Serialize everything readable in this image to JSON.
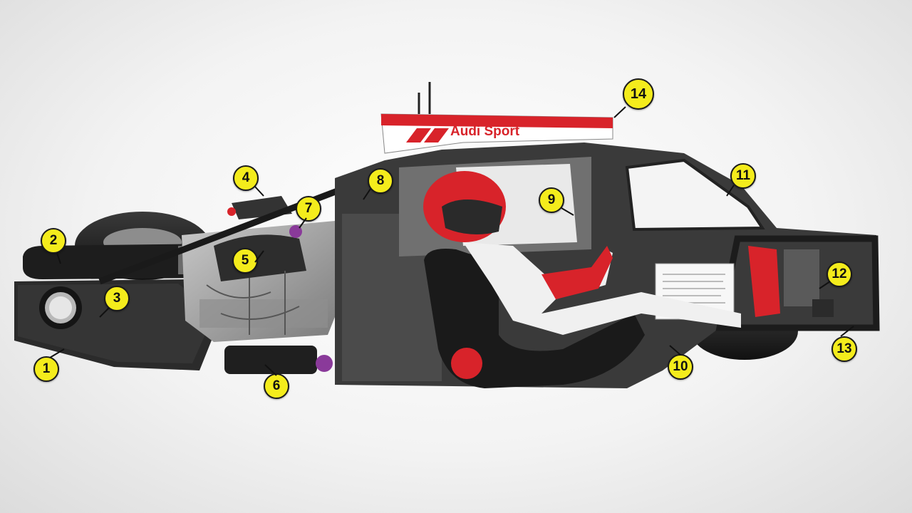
{
  "image": {
    "sponsor_text": "Audi Sport"
  },
  "callouts": [
    "1",
    "2",
    "3",
    "4",
    "5",
    "6",
    "7",
    "8",
    "9",
    "10",
    "11",
    "12",
    "13",
    "14"
  ],
  "colors": {
    "callout_fill": "#f4ec1c",
    "accent_red": "#d8232a",
    "body_dark": "#2a2a2a",
    "tire": "#1c1c1c"
  }
}
